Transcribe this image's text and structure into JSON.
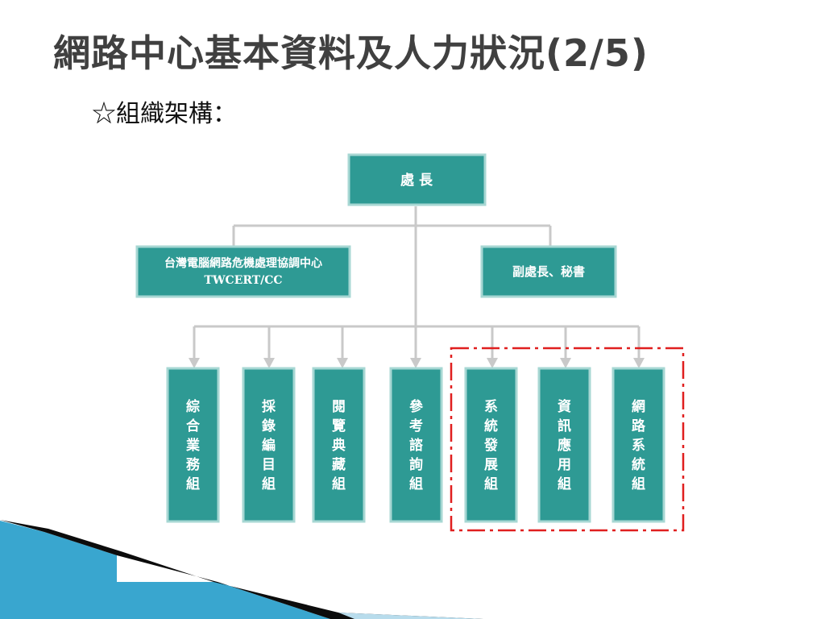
{
  "slide": {
    "title": "網路中心基本資料及人力狀況(2/5)",
    "subtitle": "☆組織架構："
  },
  "org_chart": {
    "head": "處 長",
    "staff_left": {
      "line1": "台灣電腦網路危機處理協調中心",
      "line2": "TWCERT/CC"
    },
    "staff_right": "副處長、秘書",
    "groups": [
      {
        "label": "綜合業務組",
        "highlighted": false
      },
      {
        "label": "採錄編目組",
        "highlighted": false
      },
      {
        "label": "閱覽典藏組",
        "highlighted": false
      },
      {
        "label": "參考諮詢組",
        "highlighted": false
      },
      {
        "label": "系統發展組",
        "highlighted": true
      },
      {
        "label": "資訊應用組",
        "highlighted": true
      },
      {
        "label": "網路系統組",
        "highlighted": true
      }
    ]
  },
  "colors": {
    "box_fill": "#2e9a94",
    "connector": "#c9c9c9",
    "highlight_border": "#e01f1f",
    "title_text": "#404040"
  }
}
